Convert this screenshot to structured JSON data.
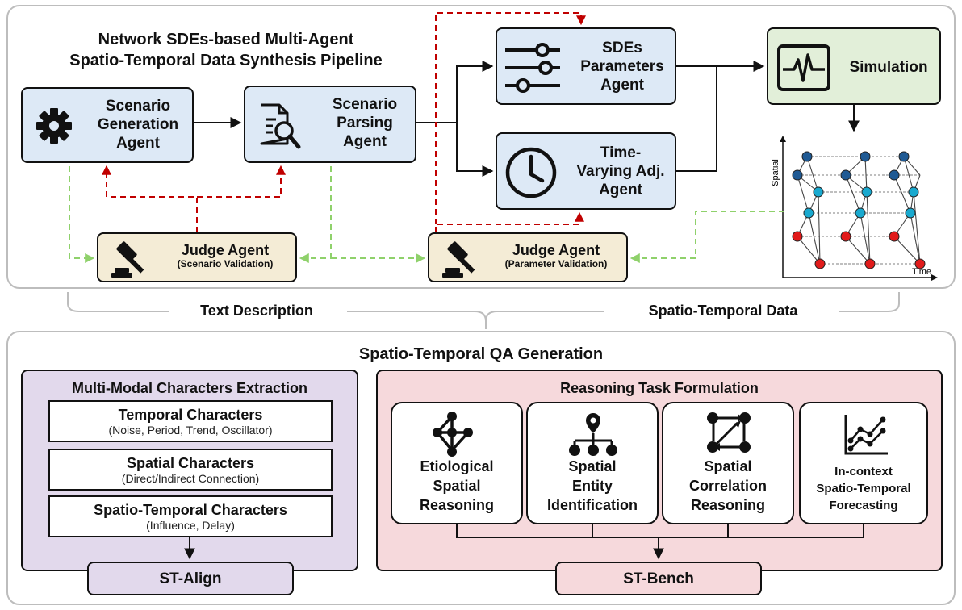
{
  "pipeline": {
    "title_line1": "Network SDEs-based Multi-Agent",
    "title_line2": "Spatio-Temporal Data Synthesis Pipeline",
    "scenario_generation": [
      "Scenario",
      "Generation",
      "Agent"
    ],
    "scenario_parsing": [
      "Scenario",
      "Parsing",
      "Agent"
    ],
    "sdes_parameters": [
      "SDEs",
      "Parameters",
      "Agent"
    ],
    "time_varying": [
      "Time-",
      "Varying Adj.",
      "Agent"
    ],
    "simulation": "Simulation",
    "judge_scenario": {
      "title": "Judge Agent",
      "subtitle": "(Scenario Validation)"
    },
    "judge_parameter": {
      "title": "Judge Agent",
      "subtitle": "(Parameter Validation)"
    },
    "plot_ylabel": "Spatial",
    "plot_xlabel": "Time"
  },
  "brace_labels": {
    "left": "Text Description",
    "right": "Spatio-Temporal Data"
  },
  "qa": {
    "title": "Spatio-Temporal QA Generation",
    "extraction": {
      "title": "Multi-Modal Characters Extraction",
      "items": [
        {
          "title": "Temporal Characters",
          "sub": "(Noise, Period, Trend, Oscillator)"
        },
        {
          "title": "Spatial Characters",
          "sub": "(Direct/Indirect Connection)"
        },
        {
          "title": "Spatio-Temporal Characters",
          "sub": "(Influence, Delay)"
        }
      ]
    },
    "reasoning": {
      "title": "Reasoning Task Formulation",
      "tasks": [
        [
          "Etiological",
          "Spatial",
          "Reasoning"
        ],
        [
          "Spatial",
          "Entity",
          "Identification"
        ],
        [
          "Spatial",
          "Correlation",
          "Reasoning"
        ],
        [
          "In-context",
          "Spatio-Temporal",
          "Forecasting"
        ]
      ]
    },
    "st_align": "ST-Align",
    "st_bench": "ST-Bench"
  },
  "colors": {
    "agent_fill": "#dde9f6",
    "simulation_fill": "#e2efd9",
    "judge_fill": "#f4ecd6",
    "extraction_fill": "#e2d9ec",
    "reasoning_fill": "#f6d9dc",
    "feedback_red": "#c00000",
    "validation_green": "#8fd16b",
    "node_dark_blue": "#1f5a94",
    "node_cyan": "#19a9cf",
    "node_red": "#e11b1b"
  }
}
